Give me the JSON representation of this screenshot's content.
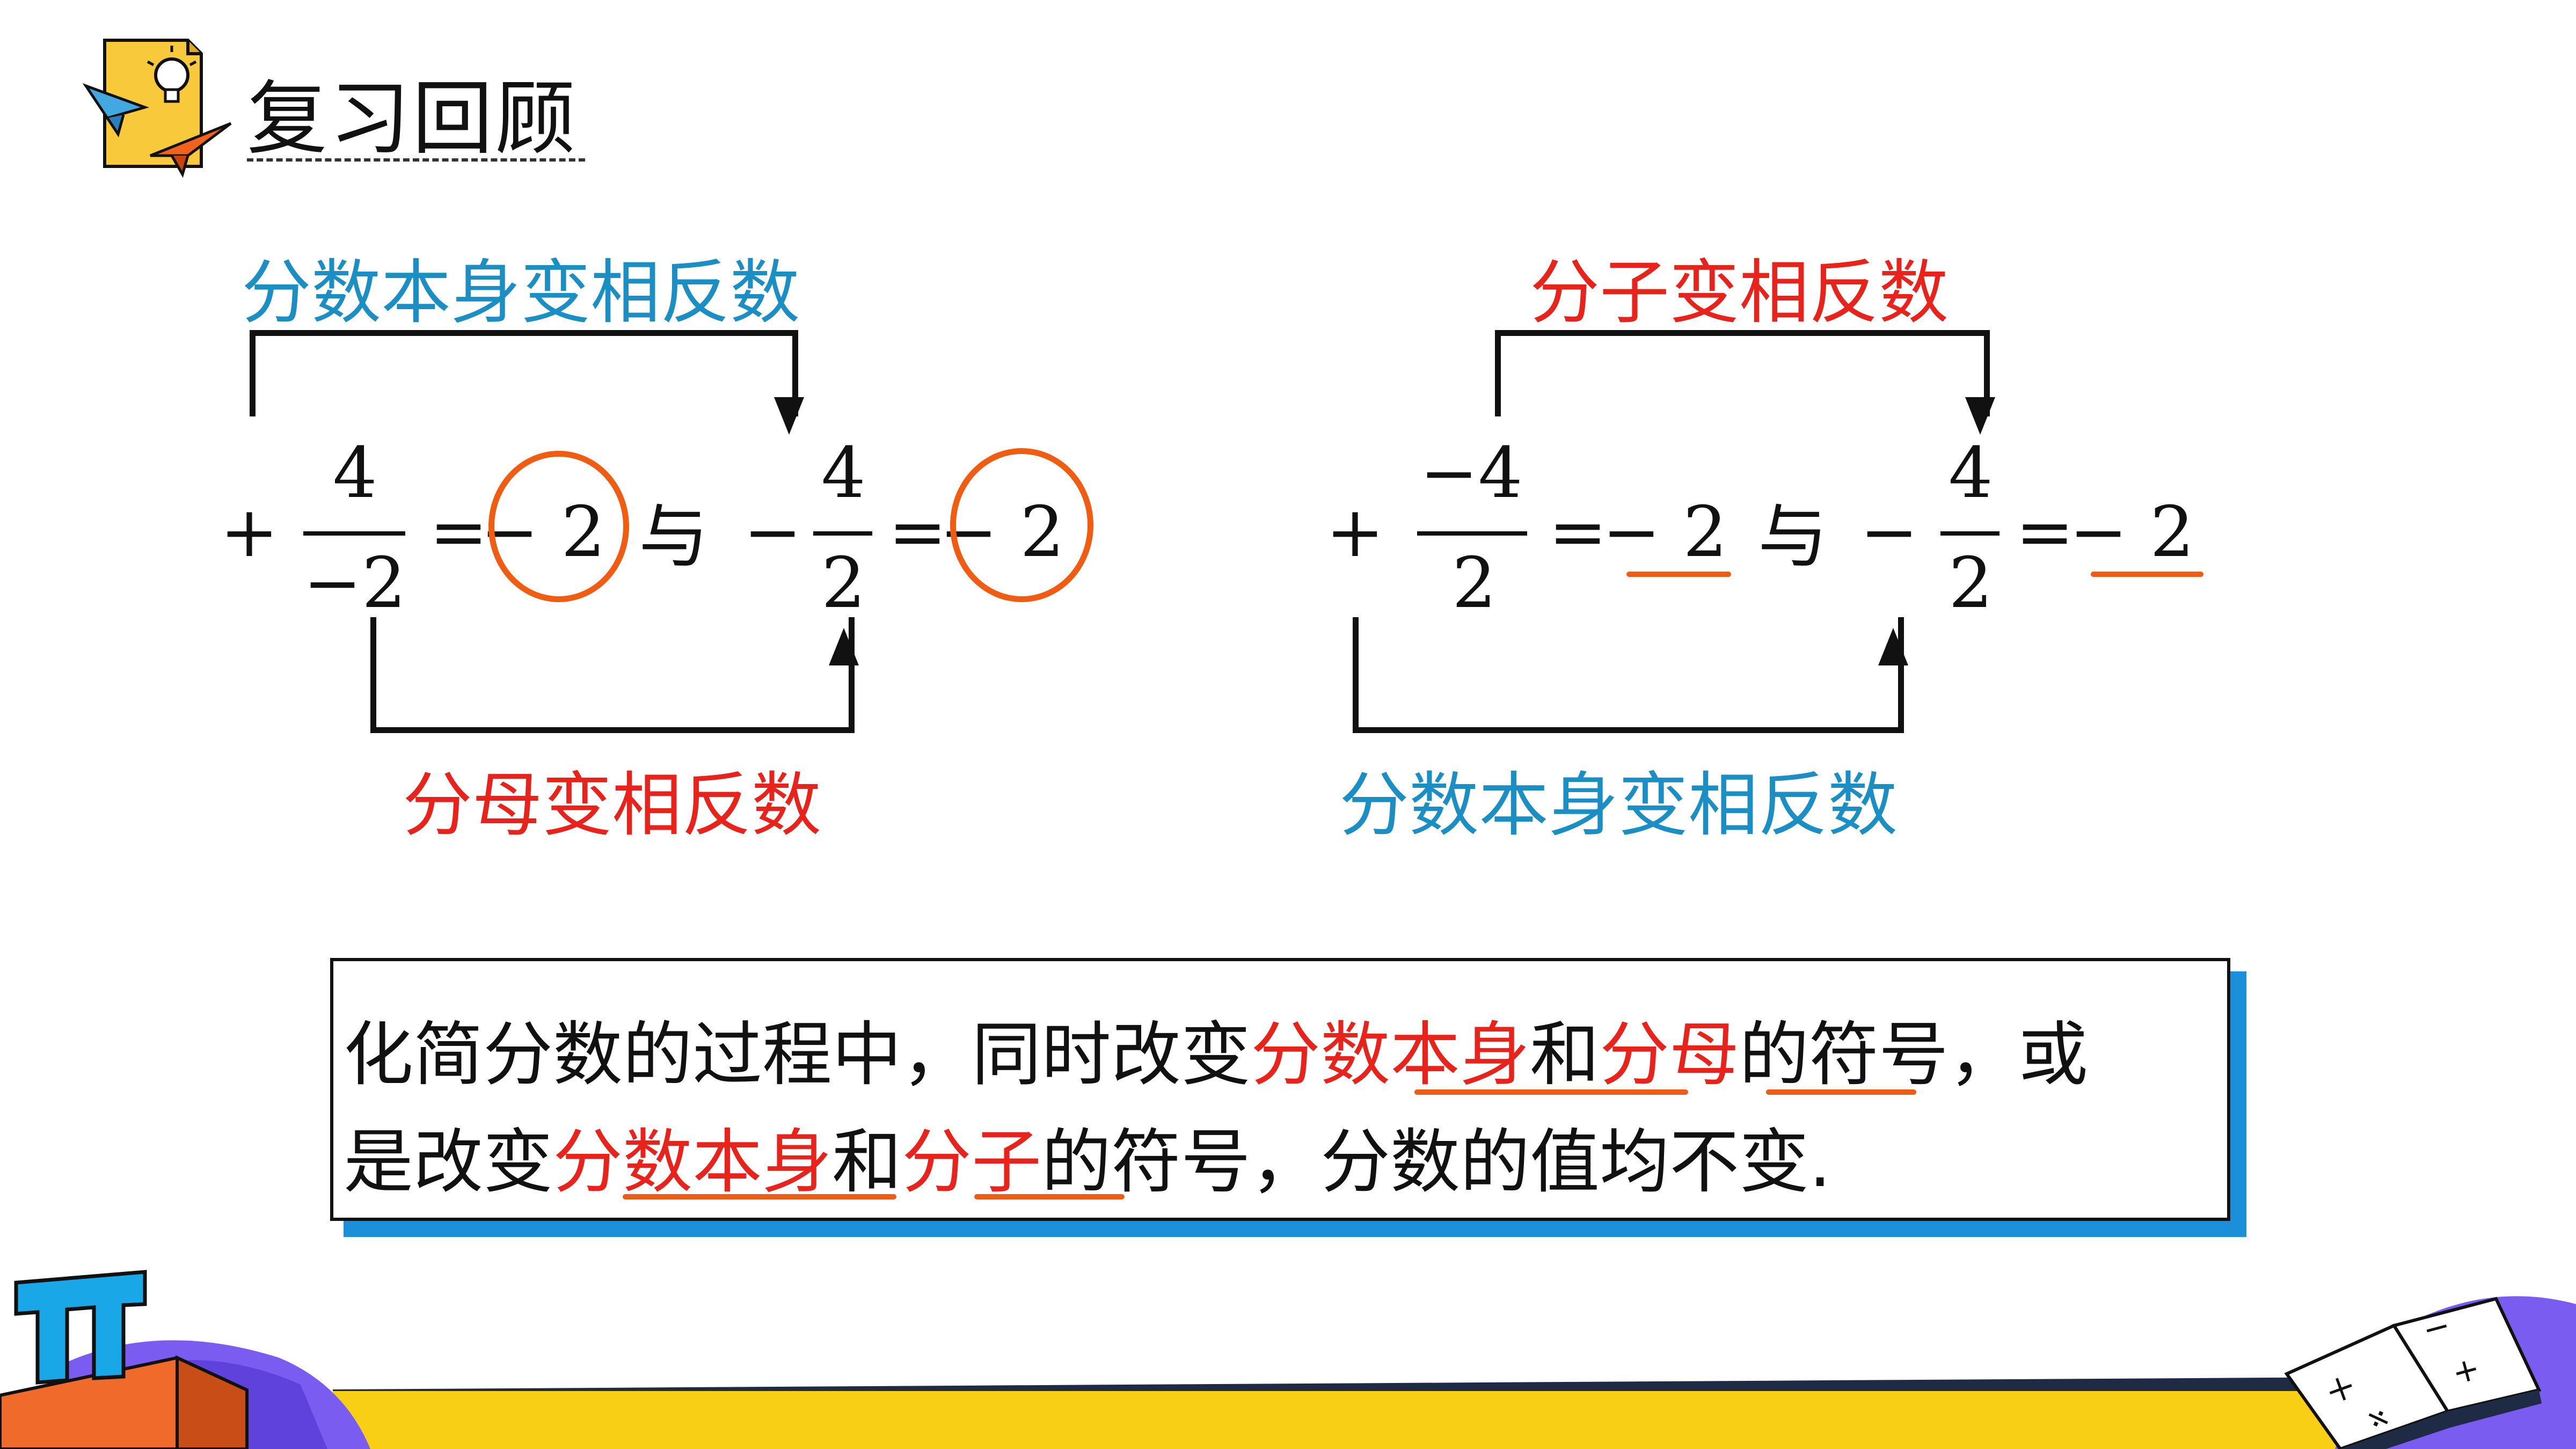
{
  "header": {
    "title": "复习回顾"
  },
  "left": {
    "top_label": "分数本身变相反数",
    "bottom_label": "分母变相反数",
    "sign1": "+",
    "frac1_num": "4",
    "frac1_den": "−2",
    "eq1": "=",
    "res1": "− 2",
    "connector": "与",
    "sign2": "−",
    "frac2_num": "4",
    "frac2_den": "2",
    "eq2": "=",
    "res2": "− 2"
  },
  "right": {
    "top_label": "分子变相反数",
    "bottom_label": "分数本身变相反数",
    "sign1": "+",
    "frac1_num": "−4",
    "frac1_den": "2",
    "eq1": "=",
    "res1": "− 2",
    "connector": "与",
    "sign2": "−",
    "frac2_num": "4",
    "frac2_den": "2",
    "eq2": "=",
    "res2": "− 2"
  },
  "summary": {
    "line1": [
      {
        "text": "化简分数的过程中，同时改变",
        "color": "#111111"
      },
      {
        "text": "分数本身",
        "color": "#e8231c"
      },
      {
        "text": "和",
        "color": "#111111"
      },
      {
        "text": "分母",
        "color": "#e8231c"
      },
      {
        "text": "的符号，或",
        "color": "#111111"
      }
    ],
    "line2": [
      {
        "text": "是改变",
        "color": "#111111"
      },
      {
        "text": "分数本身",
        "color": "#e8231c"
      },
      {
        "text": "和",
        "color": "#111111"
      },
      {
        "text": "分子",
        "color": "#e8231c"
      },
      {
        "text": "的符号，分数的值均不变.",
        "color": "#111111"
      }
    ]
  },
  "decor": {
    "pi_symbol": "π",
    "book_symbols": [
      "×",
      "+",
      "−",
      "÷"
    ],
    "icons": [
      "lightbulb-icon",
      "paper-plane-icon"
    ]
  },
  "colors": {
    "blue": "#1b8fc4",
    "red": "#e8231c",
    "orange": "#f05d12",
    "yellow": "#f9cf16",
    "box_shadow": "#1b8fd9"
  }
}
